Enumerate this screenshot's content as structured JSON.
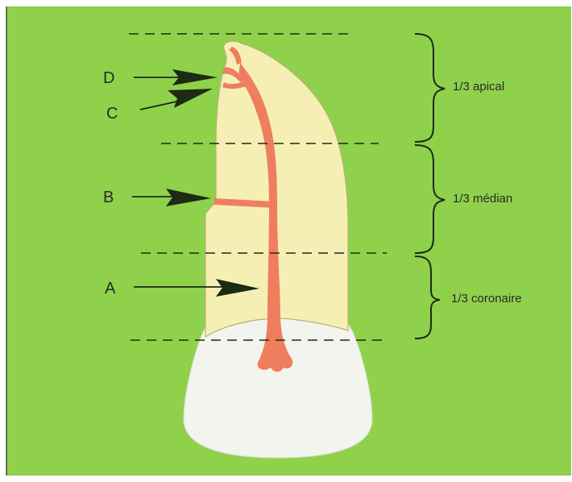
{
  "labels": {
    "D": "D",
    "C": "C",
    "B": "B",
    "A": "A"
  },
  "zones": {
    "apical": "1/3 apical",
    "median": "1/3 médian",
    "coronal": "1/3 coronaire"
  },
  "colors": {
    "background": "#8fd14b",
    "root": "#f6efb4",
    "canal": "#ef7e5f",
    "crown": "#f2f4ee",
    "ink": "#1d2a14"
  }
}
